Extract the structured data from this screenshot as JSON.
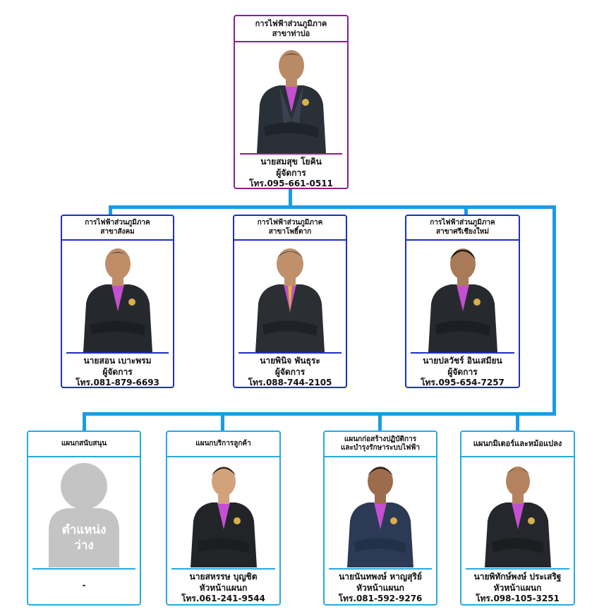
{
  "colors": {
    "connector": "#1a9be6",
    "top_border": "#8a1f8f",
    "branch_border": "#1f2ec2",
    "department_border": "#29a9e0"
  },
  "top": {
    "org_line1": "การไฟฟ้าส่วนภูมิภาค",
    "org_line2": "สาขาท่าบ่อ",
    "name": "นายสมสุข โยคิน",
    "position": "ผู้จัดการ",
    "phone": "โทร.095-661-0511"
  },
  "branches": [
    {
      "org_line1": "การไฟฟ้าส่วนภูมิภาค",
      "org_line2": "สาขาสังคม",
      "name": "นายสอน เบาะพรม",
      "position": "ผู้จัดการ",
      "phone": "โทร.081-879-6693"
    },
    {
      "org_line1": "การไฟฟ้าส่วนภูมิภาค",
      "org_line2": "สาขาโพธิ์ตาก",
      "name": "นายพินิจ พันธุระ",
      "position": "ผู้จัดการ",
      "phone": "โทร.088-744-2105"
    },
    {
      "org_line1": "การไฟฟ้าส่วนภูมิภาค",
      "org_line2": "สาขาศรีเชียงใหม่",
      "name": "นายปลวัชร์ อินเสมียน",
      "position": "ผู้จัดการ",
      "phone": "โทร.095-654-7257"
    }
  ],
  "departments": [
    {
      "title": "แผนกสนับสนุน",
      "placeholder_line1": "ตำแหน่ง",
      "placeholder_line2": "ว่าง",
      "name": "-"
    },
    {
      "title": "แผนกบริการลูกค้า",
      "name": "นายสหรรษ บุญชิต",
      "position": "หัวหน้าแผนก",
      "phone": "โทร.061-241-9544"
    },
    {
      "title_line1": "แผนกก่อสร้างปฏิบัติการ",
      "title_line2": "และบำรุงรักษาระบบไฟฟ้า",
      "name": "นายนันทพงษ์ หาญสุริย์",
      "position": "หัวหน้าแผนก",
      "phone": "โทร.081-592-9276"
    },
    {
      "title": "แผนกมิเตอร์และหม้อแปลง",
      "name": "นายพิทักษ์พงษ์ ประเสริฐ",
      "position": "หัวหน้าแผนก",
      "phone": "โทร.098-105-3251"
    }
  ]
}
